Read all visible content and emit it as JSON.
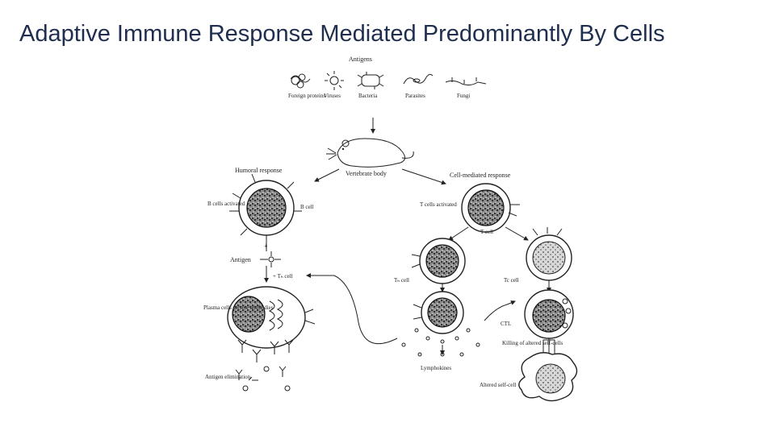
{
  "slide": {
    "title": "Adaptive Immune Response Mediated Predominantly By Cells"
  },
  "diagram": {
    "antigens_header": "Antigens",
    "antigen_types": [
      "Foreign proteins",
      "Viruses",
      "Bacteria",
      "Parasites",
      "Fungi"
    ],
    "vertebrate_body": "Vertebrate body",
    "humoral_response": "Humoral response",
    "cell_mediated_response": "Cell-mediated response",
    "b_cells_activated": "B cells activated",
    "b_cell": "B cell",
    "t_cells_activated": "T cells activated",
    "t_cell": "T cell",
    "plus_1": "+",
    "antigen": "Antigen",
    "plus_th_cell": "+ Tₕ cell",
    "th_cell": "Tₕ cell",
    "tc_cell": "Tc cell",
    "plasma_cells": "Plasma cells secrete antibodies",
    "ctl": "CTL",
    "killing_altered": "Killing of altered self-cells",
    "lymphokines": "Lymphokines",
    "antigen_elimination": "Antigen elimination",
    "altered_self_cell": "Altered self-cell"
  },
  "colors": {
    "title": "#1f2d4e",
    "ink": "#222222"
  }
}
